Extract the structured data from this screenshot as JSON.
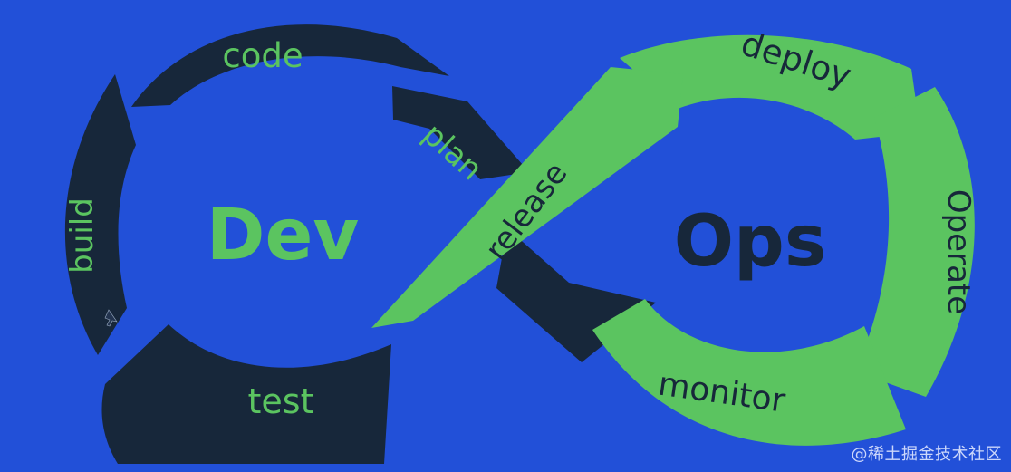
{
  "colors": {
    "background": "#2250d8",
    "dev_loop": "#17273a",
    "ops_loop": "#5bc460",
    "dev_text": "#5bc460",
    "ops_text": "#17273a"
  },
  "dev": {
    "title": "Dev",
    "stages": {
      "plan": "plan",
      "code": "code",
      "build": "build",
      "test": "test"
    }
  },
  "ops": {
    "title": "Ops",
    "stages": {
      "release": "release",
      "deploy": "deploy",
      "operate": "Operate",
      "monitor": "monitor"
    }
  },
  "watermark": "@稀土掘金技术社区"
}
